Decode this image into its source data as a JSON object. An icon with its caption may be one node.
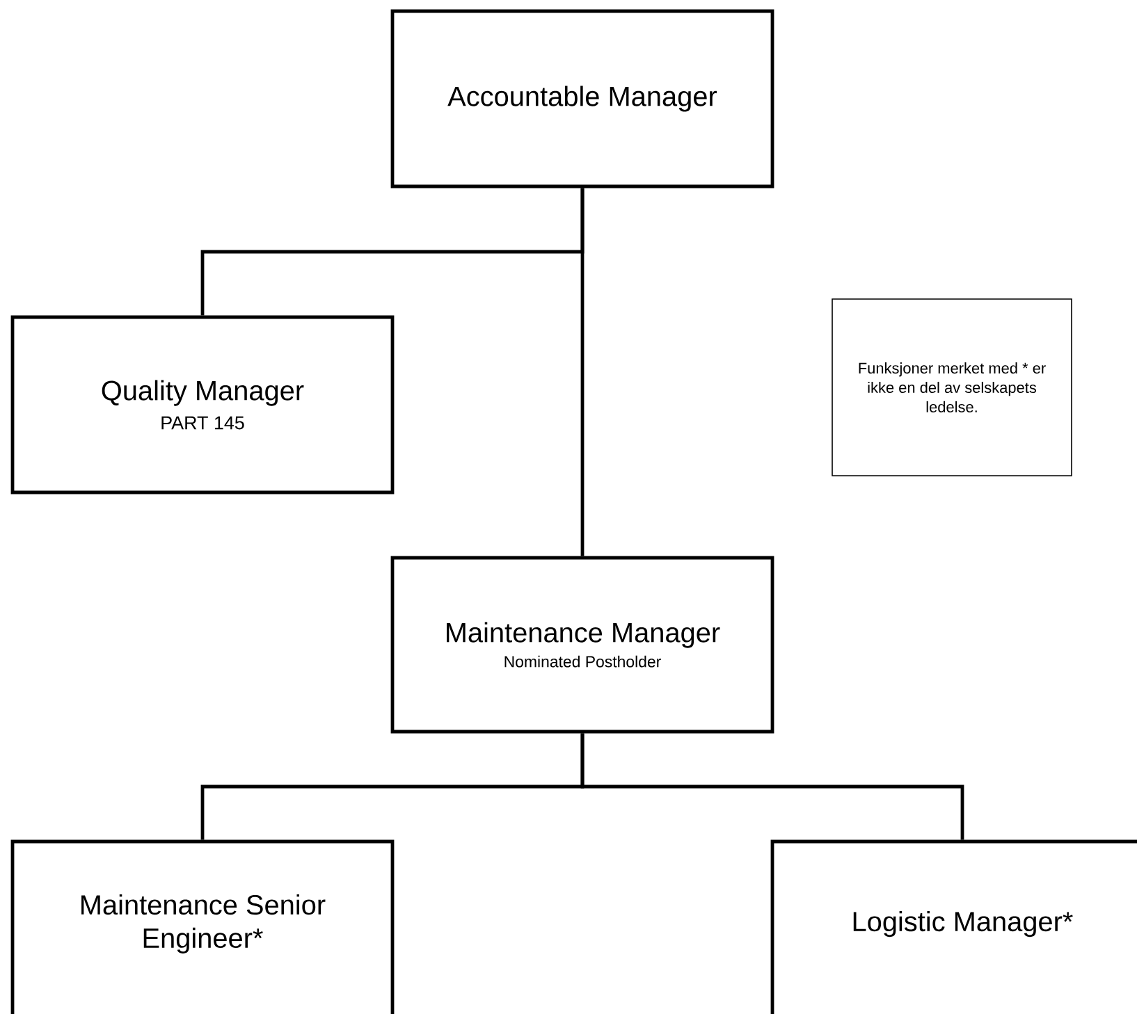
{
  "diagram": {
    "nodes": [
      {
        "text": [
          "Accountable Manager"
        ]
      },
      {
        "text": [
          "Quality Manager",
          "PART 145"
        ]
      },
      {
        "text": [
          "Funksjoner merket med * er ikke en del av selskapets ledelse."
        ]
      },
      {
        "text": [
          "Maintenance Manager",
          "Nominated Postholder"
        ]
      },
      {
        "text": [
          "Maintenance Senior Engineer*"
        ]
      },
      {
        "text": [
          "Logistic Manager*"
        ]
      }
    ],
    "edges": [
      {
        "from": 0,
        "to": 1,
        "arrow": "none"
      },
      {
        "from": 0,
        "to": 3,
        "arrow": "none"
      },
      {
        "from": 3,
        "to": 4,
        "arrow": "none"
      },
      {
        "from": 3,
        "to": 5,
        "arrow": "none"
      }
    ]
  }
}
